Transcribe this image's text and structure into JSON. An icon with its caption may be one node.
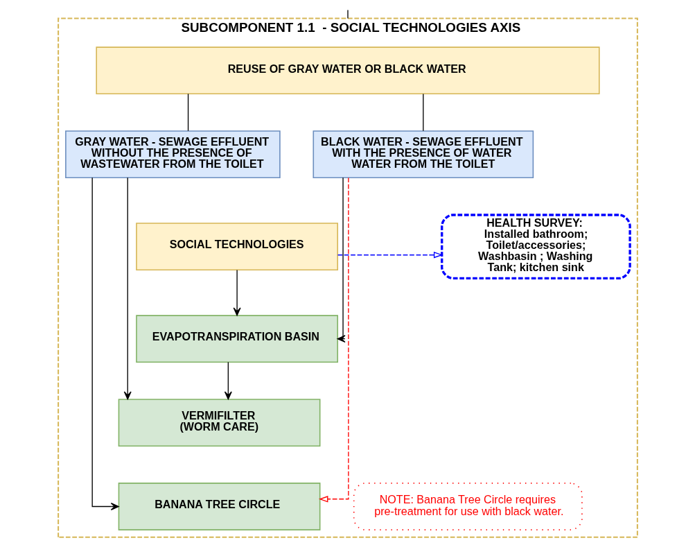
{
  "diagram": {
    "nodes": [
      {
        "text": [
          "SUBCOMPONENT 1.1  - SOCIAL TECHNOLOGIES AXIS"
        ]
      },
      {
        "text": [
          "REUSE OF GRAY WATER OR BLACK WATER"
        ],
        "in": 0
      },
      {
        "text": [
          "GRAY WATER - SEWAGE EFFLUENT WITHOUT THE PRESENCE OF WASTEWATER FROM THE TOILET"
        ],
        "in": 0
      },
      {
        "text": [
          "BLACK WATER - SEWAGE EFFLUENT WITH THE PRESENCE OF WATER WATER FROM THE TOILET"
        ],
        "in": 0
      },
      {
        "text": [
          "SOCIAL TECHNOLOGIES"
        ],
        "in": 0
      },
      {
        "text": [
          "EVAPOTRANSPIRATION BASIN"
        ],
        "in": 0
      },
      {
        "text": [
          "VERMIFILTER (WORM CARE)"
        ],
        "in": 0
      },
      {
        "text": [
          "BANANA TREE CIRCLE"
        ],
        "in": 0
      },
      {
        "text": [
          "HEALTH SURVEY:",
          "Installed bathroom; Toilet/accessories; Washbasin ; Washing Tank; kitchen sink"
        ],
        "in": 0
      },
      {
        "text": [
          "NOTE: Banana Tree Circle requires pre-treatment for use with black water."
        ],
        "in": 0
      }
    ],
    "edges": [
      {
        "from": null,
        "to": 0,
        "arrow": "none"
      },
      {
        "from": 1,
        "to": 2,
        "arrow": "none"
      },
      {
        "from": 1,
        "to": 3,
        "arrow": "none"
      },
      {
        "from": 4,
        "to": 5,
        "arrow": "to"
      },
      {
        "from": 3,
        "to": 5,
        "arrow": "to"
      },
      {
        "from": 5,
        "to": 6,
        "arrow": "to"
      },
      {
        "from": 2,
        "to": 6,
        "arrow": "to"
      },
      {
        "from": 2,
        "to": 7,
        "arrow": "to"
      },
      {
        "from": 3,
        "to": 7,
        "arrow": "to",
        "style": "dashed",
        "color": "#ff0000"
      },
      {
        "from": 4,
        "to": 8,
        "arrow": "to",
        "style": "dashed",
        "color": "#0000ff"
      }
    ]
  }
}
